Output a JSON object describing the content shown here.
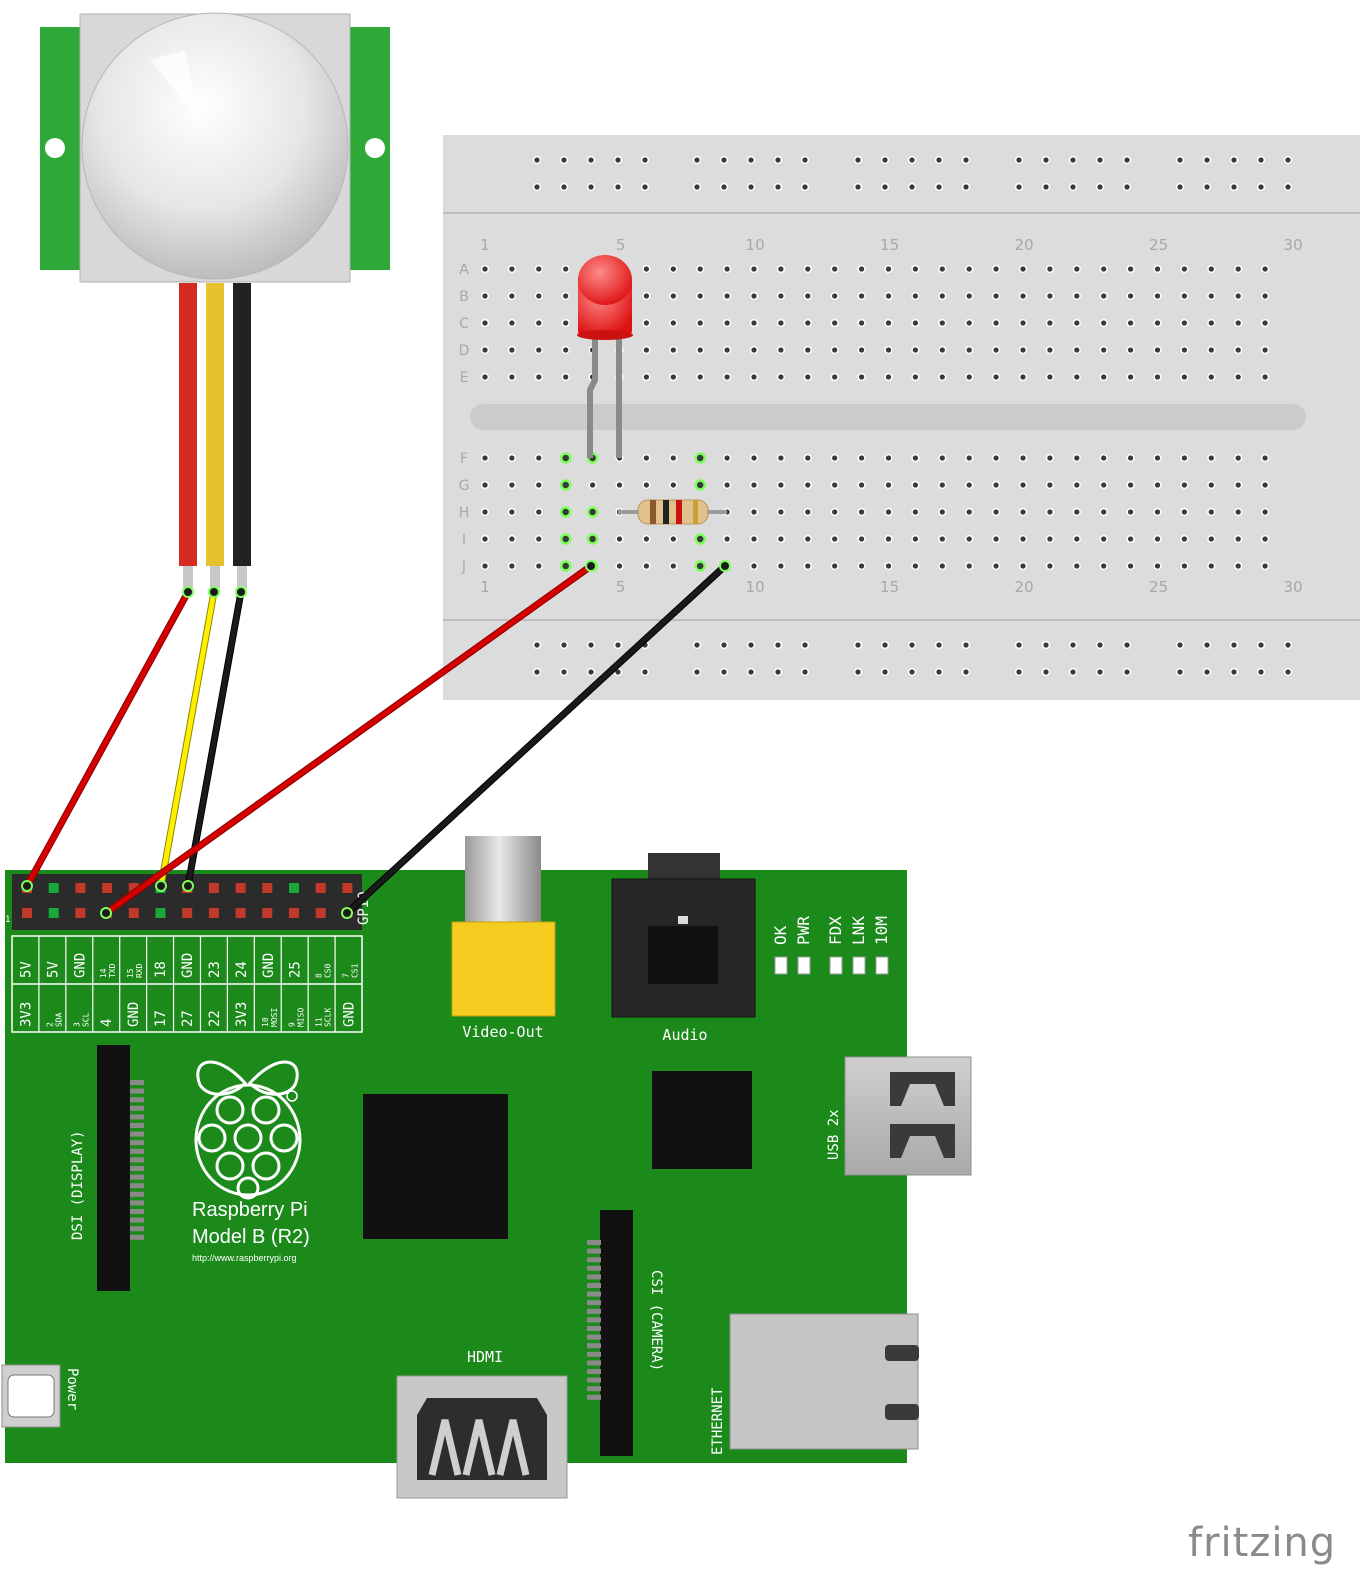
{
  "colors": {
    "pcb": "#1b8a1b",
    "pcb_dark": "#0f5f0f",
    "breadboard": "#dcdcdc",
    "breadboard_line": "#cfcfcf",
    "hole": "#3a3a3a",
    "wire_red": "#d40000",
    "wire_yellow": "#ffee00",
    "wire_black": "#1a1a1a",
    "pir_green": "#2fa83a",
    "led_red": "#ee2222",
    "yellow_rca": "#f5cc20",
    "connector_glow": "#7cff5a"
  },
  "breadboard": {
    "column_numbers": [
      "1",
      "5",
      "10",
      "15",
      "20",
      "25",
      "30"
    ],
    "row_letters_top": [
      "A",
      "B",
      "C",
      "D",
      "E"
    ],
    "row_letters_bottom": [
      "F",
      "G",
      "H",
      "I",
      "J"
    ]
  },
  "pi": {
    "gpio_header_label": "GPIO",
    "top_row_labels": [
      "5V",
      "5V",
      "GND",
      "14 TXD",
      "15 RXD",
      "18",
      "GND",
      "23",
      "24",
      "GND",
      "25",
      "8 CS0",
      "7 CS1"
    ],
    "bottom_row_labels": [
      "3V3",
      "2 SDA",
      "3 SCL",
      "4",
      "GND",
      "17",
      "27",
      "22",
      "3V3",
      "10 MOSI",
      "9 MISO",
      "11 SCLK",
      "GND"
    ],
    "pin1_label": "1",
    "board_name_line1": "Raspberry Pi",
    "board_name_line2": "Model B (R2)",
    "board_url": "http://www.raspberrypi.org",
    "video_out_label": "Video-Out",
    "audio_label": "Audio",
    "status_leds": [
      "OK",
      "PWR",
      "FDX",
      "LNK",
      "10M"
    ],
    "usb_label": "USB 2x",
    "dsi_label": "DSI (DISPLAY)",
    "csi_label": "CSI (CAMERA)",
    "hdmi_label": "HDMI",
    "ethernet_label": "ETHERNET",
    "power_label": "Power"
  },
  "brand": "fritzing",
  "icons": [
    "pir-sensor-icon",
    "led-icon",
    "resistor-icon",
    "raspberry-logo-icon"
  ]
}
